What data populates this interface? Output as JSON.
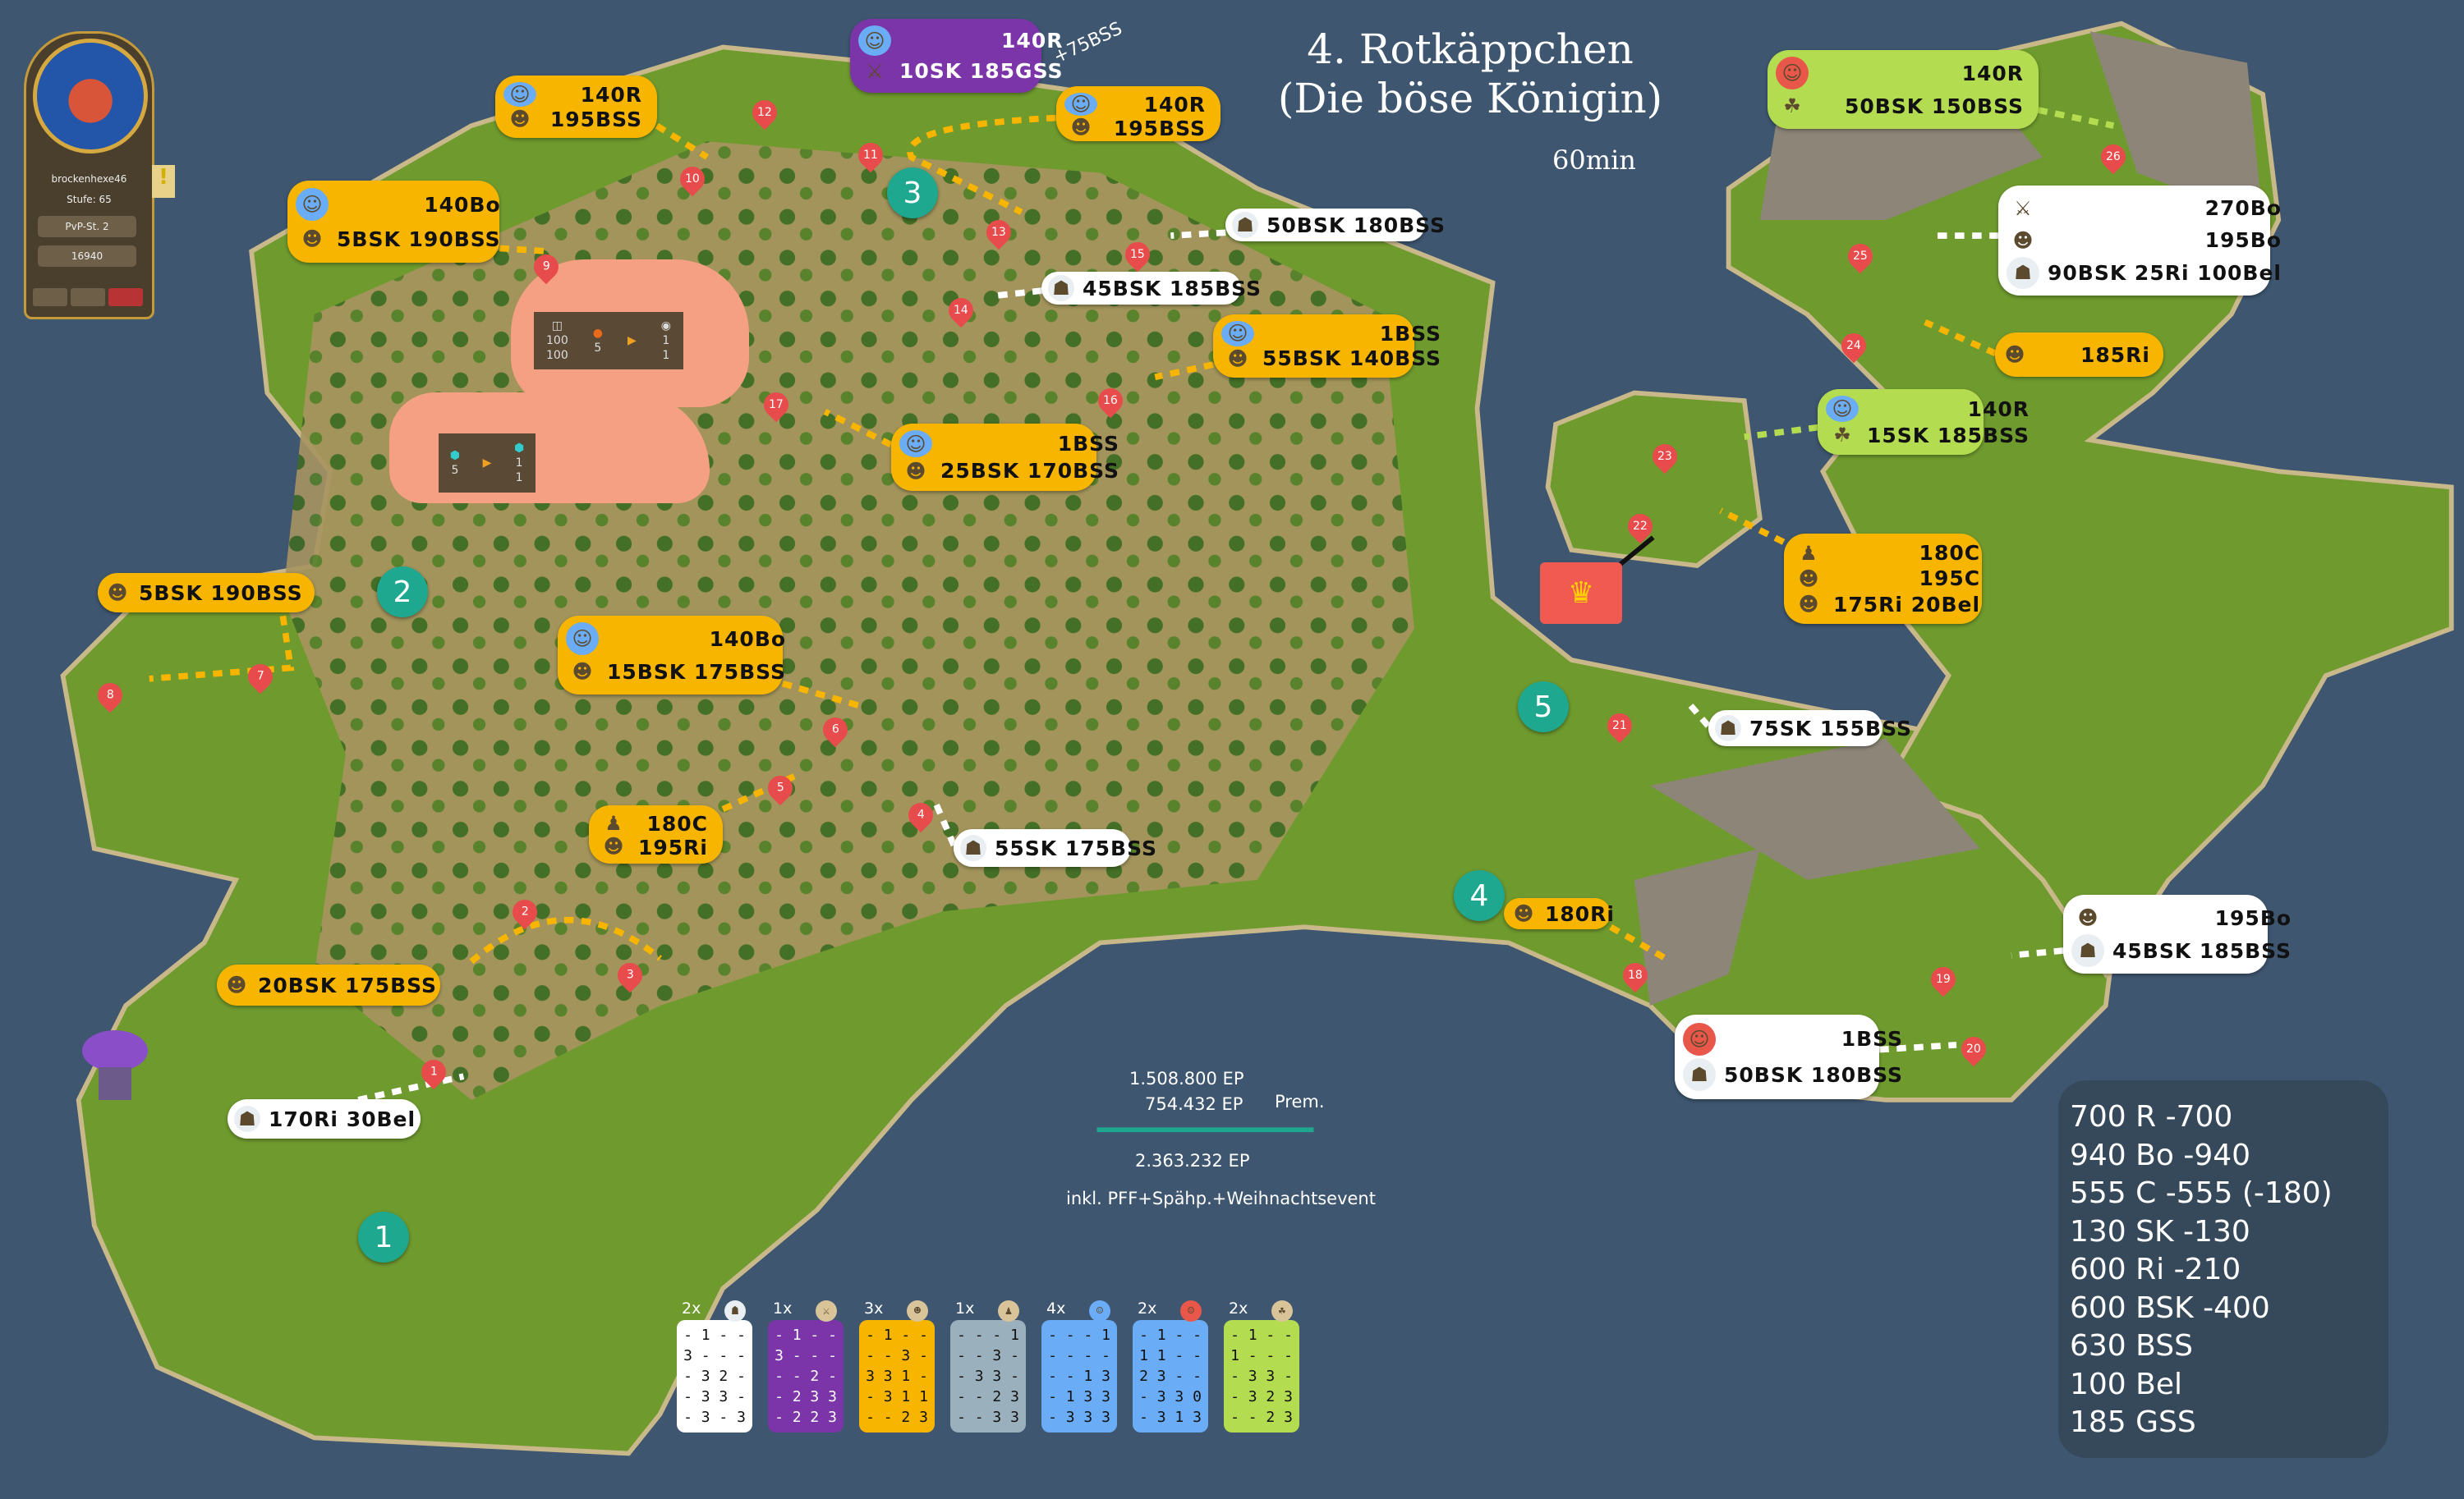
{
  "title": {
    "line1": "4. Rotkäppchen",
    "line2": "(Die böse Königin)",
    "duration": "60min"
  },
  "player": {
    "name": "brockenhexe46",
    "level": "Stufe: 65",
    "pvp": "PvP-St. 2",
    "score": "16940"
  },
  "annotation_plus": "+75BSS",
  "steps": [
    "1",
    "2",
    "3",
    "4",
    "5"
  ],
  "labels": [
    {
      "id": "l9",
      "color": "#f7b500",
      "avatars": [
        "general-blue",
        "hero"
      ],
      "lines": [
        "140Bo",
        "5BSK 190BSS"
      ]
    },
    {
      "id": "l10",
      "color": "#f7b500",
      "avatars": [
        "general-blue",
        "hero"
      ],
      "lines": [
        "140R",
        "195BSS"
      ]
    },
    {
      "id": "l12",
      "color": "#7b35a8",
      "avatars": [
        "general-blue",
        "veteran"
      ],
      "lines": [
        "140R",
        "10SK 185GSS"
      ]
    },
    {
      "id": "l13",
      "color": "#f7b500",
      "avatars": [
        "general-blue",
        "hero"
      ],
      "lines": [
        "140R",
        "195BSS"
      ]
    },
    {
      "id": "l15",
      "color": "#ffffff",
      "avatars": [
        "ghost"
      ],
      "lines": [
        "50BSK 180BSS"
      ]
    },
    {
      "id": "l14",
      "color": "#ffffff",
      "avatars": [
        "ghost"
      ],
      "lines": [
        "45BSK 185BSS"
      ]
    },
    {
      "id": "l16",
      "color": "#f7b500",
      "avatars": [
        "general-blue",
        "hero"
      ],
      "lines": [
        "1BSS",
        "55BSK 140BSS"
      ]
    },
    {
      "id": "l17",
      "color": "#f7b500",
      "avatars": [
        "general-blue",
        "hero"
      ],
      "lines": [
        "1BSS",
        "25BSK 170BSS"
      ]
    },
    {
      "id": "l7",
      "color": "#f7b500",
      "avatars": [
        "hero"
      ],
      "lines": [
        "5BSK 190BSS"
      ]
    },
    {
      "id": "l6",
      "color": "#f7b500",
      "avatars": [
        "general-blue",
        "hero"
      ],
      "lines": [
        "140Bo",
        "15BSK 175BSS"
      ]
    },
    {
      "id": "l5",
      "color": "#f7b500",
      "avatars": [
        "hooded",
        "hero"
      ],
      "lines": [
        "180C",
        "195Ri"
      ]
    },
    {
      "id": "l4",
      "color": "#ffffff",
      "avatars": [
        "ghost"
      ],
      "lines": [
        "55SK 175BSS"
      ]
    },
    {
      "id": "l2",
      "color": "#f7b500",
      "avatars": [
        "hero"
      ],
      "lines": [
        "20BSK 175BSS"
      ]
    },
    {
      "id": "l1",
      "color": "#ffffff",
      "avatars": [
        "ghost"
      ],
      "lines": [
        "170Ri 30Bel"
      ]
    },
    {
      "id": "l26",
      "color": "#b4dc50",
      "avatars": [
        "general-red",
        "monk"
      ],
      "lines": [
        "140R",
        "50BSK 150BSS"
      ]
    },
    {
      "id": "l25",
      "color": "#ffffff",
      "avatars": [
        "veteran",
        "hero",
        "ghost"
      ],
      "lines": [
        "270Bo",
        "195Bo",
        "90BSK 25Ri 100Bel"
      ]
    },
    {
      "id": "l24",
      "color": "#f7b500",
      "avatars": [
        "hero"
      ],
      "lines": [
        "185Ri"
      ]
    },
    {
      "id": "l23",
      "color": "#b4dc50",
      "avatars": [
        "general-blue",
        "monk"
      ],
      "lines": [
        "140R",
        "15SK 185BSS"
      ]
    },
    {
      "id": "l22",
      "color": "#f7b500",
      "avatars": [
        "hooded",
        "hero",
        "hero"
      ],
      "lines": [
        "180C",
        "195C",
        "175Ri 20Bel"
      ]
    },
    {
      "id": "l21",
      "color": "#ffffff",
      "avatars": [
        "ghost"
      ],
      "lines": [
        "75SK 155BSS"
      ]
    },
    {
      "id": "l18",
      "color": "#f7b500",
      "avatars": [
        "hero"
      ],
      "lines": [
        "180Ri"
      ]
    },
    {
      "id": "l19",
      "color": "#ffffff",
      "avatars": [
        "hero",
        "ghost"
      ],
      "lines": [
        "195Bo",
        "45BSK 185BSS"
      ]
    },
    {
      "id": "l20",
      "color": "#ffffff",
      "avatars": [
        "general-red",
        "ghost"
      ],
      "lines": [
        "1BSS",
        "50BSK 180BSS"
      ]
    }
  ],
  "markers": [
    "1",
    "2",
    "3",
    "4",
    "5",
    "6",
    "7",
    "8",
    "9",
    "10",
    "11",
    "12",
    "13",
    "14",
    "15",
    "16",
    "17",
    "18",
    "19",
    "20",
    "21",
    "22",
    "23",
    "24",
    "25",
    "26"
  ],
  "tooltips": [
    {
      "items": [
        {
          "icon": "bucket",
          "top": "100",
          "bottom": "100"
        },
        {
          "icon": "pumpkin",
          "top": "5",
          "bottom": ""
        },
        {
          "icon": "arrow",
          "top": "",
          "bottom": ""
        },
        {
          "icon": "cauldron",
          "top": "1",
          "bottom": "1"
        }
      ]
    },
    {
      "items": [
        {
          "icon": "gem",
          "top": "5",
          "bottom": ""
        },
        {
          "icon": "arrow",
          "top": "",
          "bottom": ""
        },
        {
          "icon": "gem",
          "top": "1",
          "bottom": "1"
        }
      ]
    }
  ],
  "ep": {
    "line1": "1.508.800 EP",
    "line2": "754.432 EP",
    "prem": "Prem.",
    "total": "2.363.232 EP",
    "note": "inkl. PFF+Spähp.+Weihnachtsevent"
  },
  "stats": [
    "700 R -700",
    "940 Bo -940",
    "555 C -555 (-180)",
    "130 SK -130",
    "600 Ri -210",
    "600 BSK -400",
    "630 BSS",
    "100 Bel",
    "185 GSS"
  ],
  "legend_cards": [
    {
      "count": "2x",
      "avatar": "ghost",
      "color": "#ffffff",
      "text": "#111111",
      "rows": [
        "- 1 - -",
        "3 - - -",
        "- 3 2 -",
        "- 3 3 -",
        "- 3 - 3"
      ]
    },
    {
      "count": "1x",
      "avatar": "veteran",
      "color": "#7b35a8",
      "text": "#ffffff",
      "rows": [
        "- 1 - -",
        "3 - - -",
        "- - 2 -",
        "- 2 3 3",
        "- 2 2 3"
      ]
    },
    {
      "count": "3x",
      "avatar": "hero",
      "color": "#f7b500",
      "text": "#111111",
      "rows": [
        "- 1 - -",
        "- - 3 -",
        "3 3 1 -",
        "- 3 1 1",
        "- - 2 3"
      ]
    },
    {
      "count": "1x",
      "avatar": "hooded",
      "color": "#9ab0bc",
      "text": "#111111",
      "rows": [
        "- - - 1",
        "- - 3 -",
        "- 3 3 -",
        "- - 2 3",
        "- - 3 3"
      ]
    },
    {
      "count": "4x",
      "avatar": "general-blue",
      "color": "#6aacf5",
      "text": "#111111",
      "rows": [
        "- - - 1",
        "- - - -",
        "- - 1 3",
        "- 1 3 3",
        "- 3 3 3"
      ]
    },
    {
      "count": "2x",
      "avatar": "general-red",
      "color": "#6aacf5",
      "text": "#111111",
      "rows": [
        "- 1 - -",
        "1 1 - -",
        "2 3 - -",
        "- 3 3 0",
        "- 3 1 3"
      ]
    },
    {
      "count": "2x",
      "avatar": "monk",
      "color": "#b4dc50",
      "text": "#111111",
      "rows": [
        "- 1 - -",
        "1 - - -",
        "- 3 3 -",
        "- 3 2 3",
        "- - 2 3"
      ]
    }
  ],
  "colors": {
    "water": "#3e5670",
    "grass": "#6f9a2e",
    "dirt": "#b49a62",
    "teal": "#1fa890",
    "marker": "#e84b4b"
  }
}
